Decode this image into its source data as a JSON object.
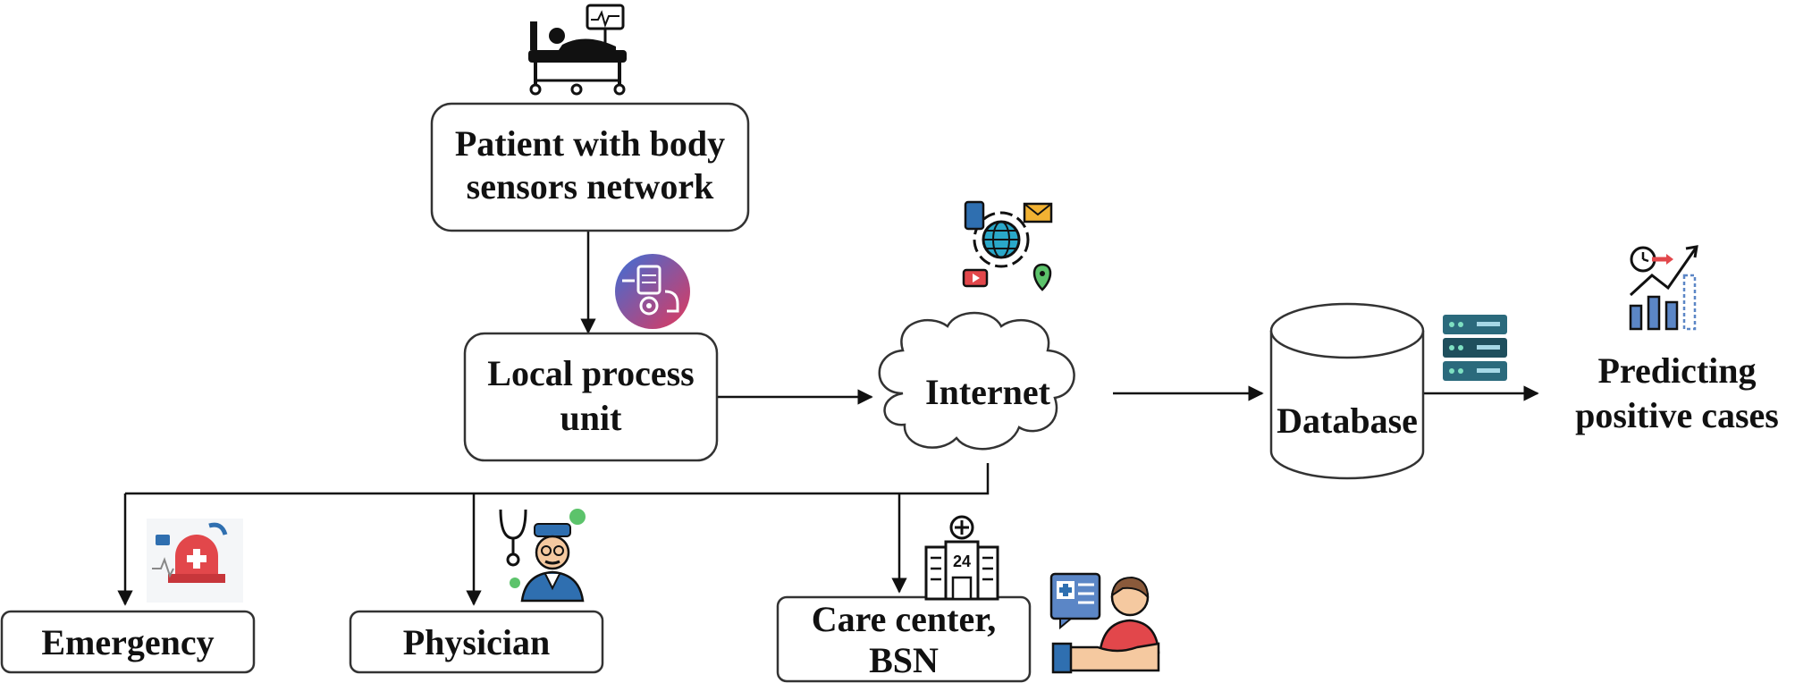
{
  "nodes": {
    "patient": {
      "line1": "Patient with body",
      "line2": "sensors network"
    },
    "local_process": {
      "line1": "Local process",
      "line2": "unit"
    },
    "internet": {
      "label": "Internet"
    },
    "database": {
      "label": "Database"
    },
    "predicting": {
      "line1": "Predicting",
      "line2": "positive cases"
    },
    "emergency": {
      "label": "Emergency"
    },
    "physician": {
      "label": "Physician"
    },
    "care_center": {
      "line1": "Care center,",
      "line2": "BSN"
    }
  },
  "icons": {
    "patient": "hospital-bed-monitor-icon",
    "local_process": "processing-unit-icon",
    "internet": "globe-network-icon",
    "database": "server-rack-icon",
    "predicting": "trend-chart-icon",
    "emergency": "ambulance-siren-icon",
    "physician": "doctor-icon",
    "care_center": "hospital-24h-icon",
    "care_giver": "caregiver-hand-icon"
  },
  "colors": {
    "line": "#111111",
    "accent_blue": "#2f6fb0",
    "accent_red": "#e2474b",
    "accent_green": "#5cc36b",
    "accent_yellow": "#f2b233",
    "server_teal": "#2b6a7c"
  }
}
